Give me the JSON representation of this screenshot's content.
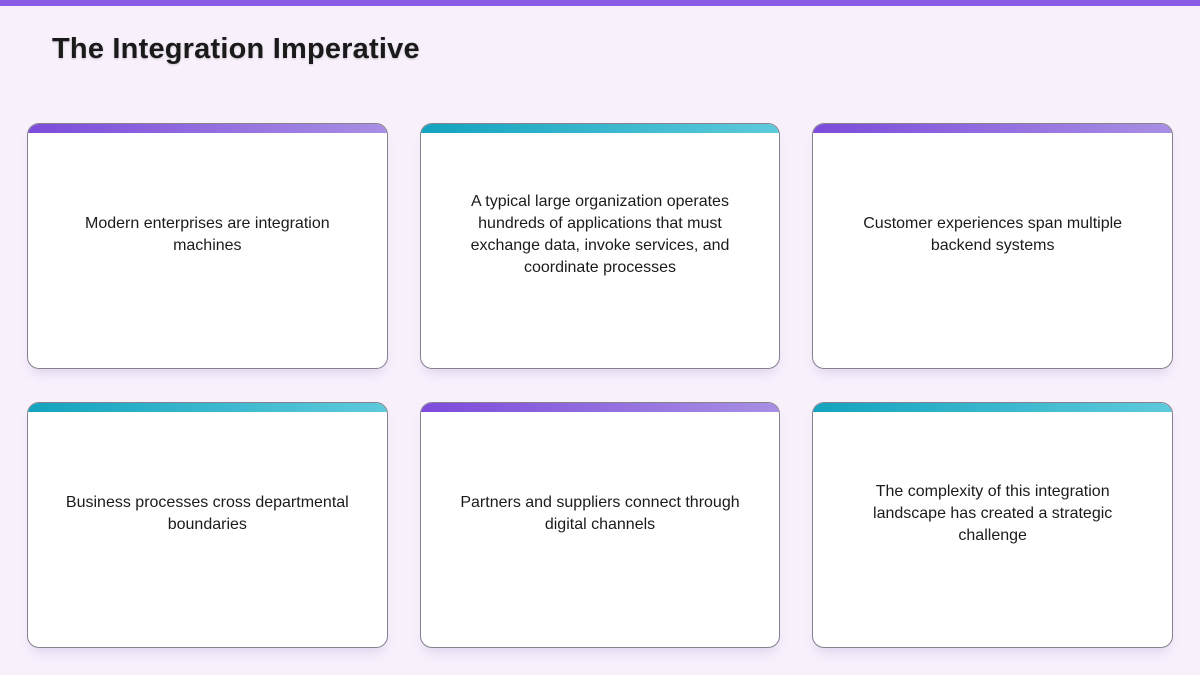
{
  "page": {
    "title": "The Integration Imperative",
    "background_color": "#f8f1fc",
    "top_bar_color": "#8a5ce6"
  },
  "colors": {
    "accent_purple_gradient": [
      "#7c4bdb",
      "#a88fe4"
    ],
    "accent_teal_gradient": [
      "#13a3bf",
      "#5ecadc"
    ],
    "card_border": "#85828e",
    "text": "#1b1b1b"
  },
  "cards": [
    {
      "text": "Modern enterprises are integration machines",
      "accent": "purple"
    },
    {
      "text": "A typical large organization operates hundreds of applications that must exchange data, invoke services, and coordinate processes",
      "accent": "teal"
    },
    {
      "text": "Customer experiences span multiple backend systems",
      "accent": "purple"
    },
    {
      "text": "Business processes cross departmental boundaries",
      "accent": "teal"
    },
    {
      "text": "Partners and suppliers connect through digital channels",
      "accent": "purple"
    },
    {
      "text": "The complexity of this integration landscape has created a strategic challenge",
      "accent": "teal"
    }
  ]
}
